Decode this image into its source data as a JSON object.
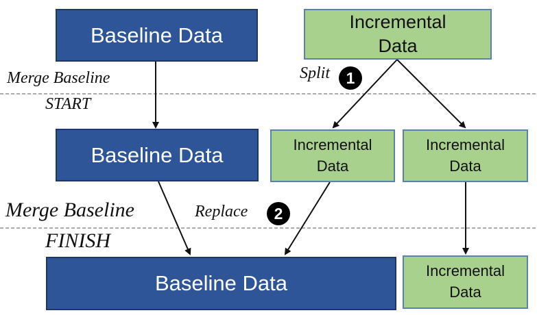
{
  "colors": {
    "baseline_fill": "#2e5597",
    "baseline_border": "#1d3867",
    "incremental_fill": "#a9d18e",
    "incremental_border": "#5b82a8",
    "arrow": "#111111",
    "divider": "#777777"
  },
  "nodes": {
    "baseline_top": "Baseline Data",
    "baseline_middle": "Baseline Data",
    "baseline_bottom": "Baseline Data",
    "incremental_top": "Incremental\nData",
    "incremental_mid_left": "Incremental\nData",
    "incremental_mid_right": "Incremental\nData",
    "incremental_bottom": "Incremental\nData"
  },
  "labels": {
    "merge_start_line1": "Merge Baseline",
    "merge_start_line2": "START",
    "merge_finish_line1": "Merge Baseline",
    "merge_finish_line2": "FINISH",
    "split": "Split",
    "replace": "Replace"
  },
  "steps": {
    "split_number": "1",
    "replace_number": "2"
  }
}
